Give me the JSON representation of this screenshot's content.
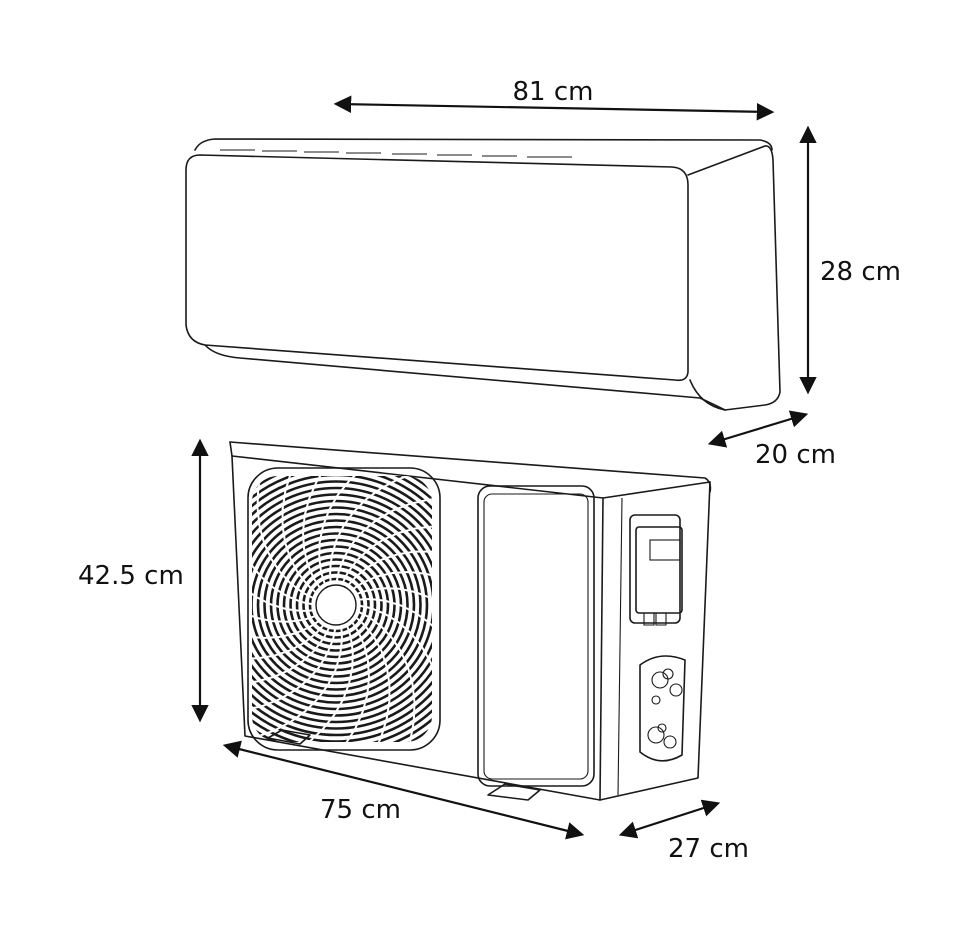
{
  "dimensions": {
    "indoor_width": "81 cm",
    "indoor_height": "28 cm",
    "indoor_depth": "20 cm",
    "outdoor_height": "42.5 cm",
    "outdoor_width": "75 cm",
    "outdoor_depth": "27 cm"
  },
  "colors": {
    "line": "#1a1a1a",
    "background": "#ffffff"
  }
}
